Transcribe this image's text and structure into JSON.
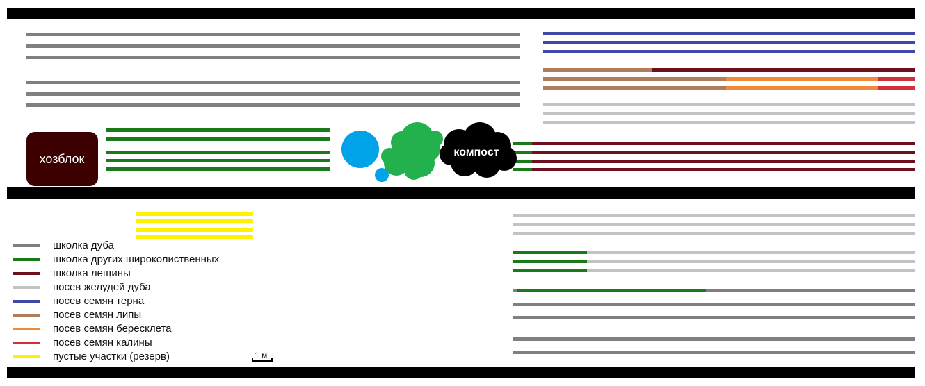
{
  "labels": {
    "shed": "хозблок",
    "compost": "компост",
    "scale": "1 м"
  },
  "colors": {
    "road": "#000000",
    "shed": "#3c0000",
    "pond": "#00a2e8",
    "bush": "#22b14c",
    "oak_nursery": "#808080",
    "broadleaf_nursery": "#1a7a1a",
    "hazel_nursery": "#6e0f1e",
    "oak_acorns": "#c3c3c3",
    "blackthorn": "#3f48a6",
    "linden": "#b07c5a",
    "spindle": "#ef8a3a",
    "viburnum": "#d22f3a",
    "reserve": "#fff200"
  },
  "legend": [
    {
      "label": "школка дуба",
      "color": "#808080",
      "key": "oak_nursery"
    },
    {
      "label": "школка других широколиственных",
      "color": "#1a7a1a",
      "key": "broadleaf_nursery"
    },
    {
      "label": "школка лещины",
      "color": "#6e0f1e",
      "key": "hazel_nursery"
    },
    {
      "label": "посев желудей дуба",
      "color": "#c3c3c3",
      "key": "oak_acorns"
    },
    {
      "label": "посев семян терна",
      "color": "#3f48a6",
      "key": "blackthorn"
    },
    {
      "label": "посев семян липы",
      "color": "#b07c5a",
      "key": "linden"
    },
    {
      "label": "посев семян бересклета",
      "color": "#ef8a3a",
      "key": "spindle"
    },
    {
      "label": "посев семян калины",
      "color": "#d22f3a",
      "key": "viburnum"
    },
    {
      "label": "пустые участки (резерв)",
      "color": "#fff200",
      "key": "reserve"
    }
  ]
}
